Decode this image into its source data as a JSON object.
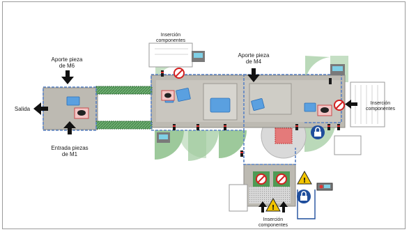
{
  "labels": {
    "aporte_m6": [
      "Aporte pieza",
      "de M6"
    ],
    "aporte_m4": [
      "Aporte pieza",
      "de M4"
    ],
    "salida": "Salida",
    "entrada_m1": [
      "Entrada piezas",
      "de M1"
    ],
    "insercion_top": [
      "Inserción",
      "componentes"
    ],
    "insercion_right": [
      "Inserción",
      "componentes"
    ],
    "insercion_bottom": [
      "Inserción",
      "componentes"
    ]
  },
  "colors": {
    "safety_zone": "#8cc08a",
    "machine_base": "#bdbab2",
    "fence_dashed": "#5a82c4",
    "conveyor": "#4f9a55",
    "arrow": "#111111",
    "prohibited_red": "#d32020",
    "warning_yellow": "#f2c400",
    "lock_badge": "#1f4e9c"
  },
  "icons": [
    "arrow-down-icon",
    "arrow-left-icon",
    "arrow-up-icon",
    "no-entry-sign-icon",
    "warning-sign-icon",
    "padlock-icon",
    "control-panel-icon",
    "signal-light-icon"
  ]
}
